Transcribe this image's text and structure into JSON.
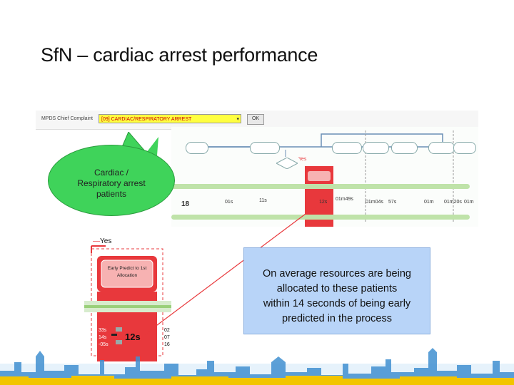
{
  "slide": {
    "title": "SfN – cardiac arrest performance"
  },
  "toolbar": {
    "mpds_label": "MPDS Chief Complaint",
    "selected_complaint": "[09] CARDIAC/RESPIRATORY ARREST",
    "ok_label": "OK"
  },
  "bubble": {
    "lines": [
      "Cardiac /",
      "Respiratory arrest",
      "patients"
    ]
  },
  "flow": {
    "yes_small": "Yes",
    "stat_main": "18",
    "stat_red": "12s",
    "stat_a": "01m49s",
    "stat_b": "01m20s",
    "stat_c": "01m04s",
    "stat_d": "57s",
    "stat_e": "01m",
    "stat_f": "01m",
    "stat_g": "11s",
    "stat_h": "01s"
  },
  "zoom": {
    "yes_label": "Yes",
    "box_title_1": "Early Predict to 1st",
    "box_title_2": "Allocation",
    "left_vals": [
      "33s",
      "14s",
      "-05s"
    ],
    "main_value": "12s",
    "right_vals": [
      "02",
      "07",
      "16"
    ]
  },
  "info": {
    "lines": [
      "On average resources are being",
      "allocated to these patients",
      "within 14 seconds of being early",
      "predicted in the process"
    ]
  },
  "colors": {
    "bubble": "#3fd35a",
    "info_box": "#b8d4f8",
    "highlight": "#e8383c",
    "lane": "#bfe3a9"
  }
}
